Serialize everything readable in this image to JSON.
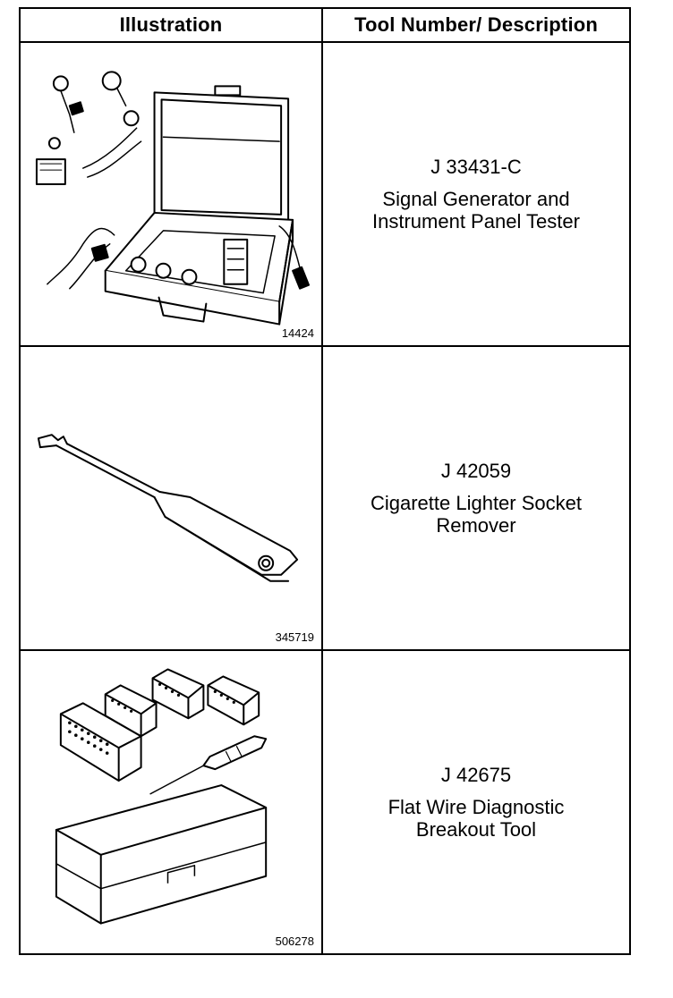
{
  "headers": {
    "illustration": "Illustration",
    "description": "Tool Number/ Description"
  },
  "tools": [
    {
      "figure": "14424",
      "number": "J 33431-C",
      "description": "Signal Generator and\nInstrument Panel Tester",
      "icon": "tester-case-icon"
    },
    {
      "figure": "345719",
      "number": "J 42059",
      "description": "Cigarette Lighter Socket\nRemover",
      "icon": "socket-remover-icon"
    },
    {
      "figure": "506278",
      "number": "J 42675",
      "description": "Flat Wire Diagnostic\nBreakout Tool",
      "icon": "breakout-kit-icon"
    }
  ]
}
